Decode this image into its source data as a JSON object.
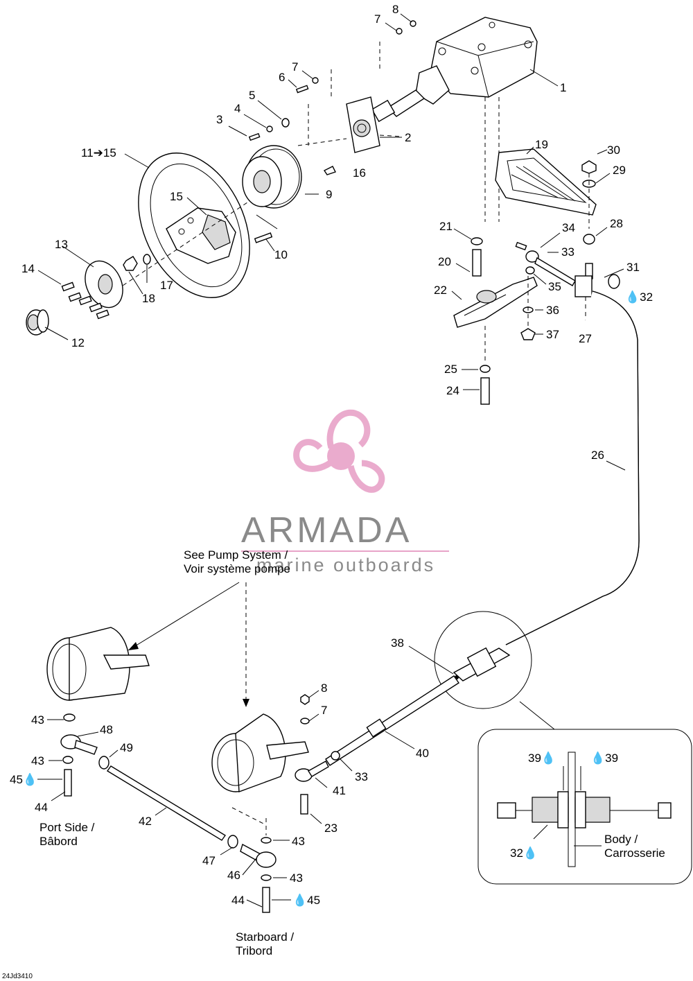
{
  "document_code": "24Jd3410",
  "watermark": {
    "brand": "ARMADA",
    "tagline": "marine outboards",
    "accent_color": "#e8a3c8",
    "text_color": "#8a8a8a"
  },
  "notes": {
    "pump_en": "See Pump System /",
    "pump_fr": "Voir système pompe",
    "port_en": "Port Side /",
    "port_fr": "Bâbord",
    "starboard_en": "Starboard /",
    "starboard_fr": "Tribord",
    "body_en": "Body /",
    "body_fr": "Carrosserie"
  },
  "labels": {
    "l1": "1",
    "l2": "2",
    "l3": "3",
    "l4": "4",
    "l5": "5",
    "l6": "6",
    "l7a": "7",
    "l8a": "8",
    "l7b": "7",
    "l7c": "7",
    "l8b": "8",
    "l9": "9",
    "l10": "10",
    "l11": "11➔15",
    "l12": "12",
    "l13": "13",
    "l14": "14",
    "l15": "15",
    "l16": "16",
    "l17": "17",
    "l18": "18",
    "l19": "19",
    "l20": "20",
    "l21": "21",
    "l22": "22",
    "l23": "23",
    "l24": "24",
    "l25": "25",
    "l26": "26",
    "l27": "27",
    "l28": "28",
    "l29": "29",
    "l30": "30",
    "l31": "31",
    "l32": "💧32",
    "l33a": "33",
    "l33b": "33",
    "l34": "34",
    "l35": "35",
    "l36": "36",
    "l37": "37",
    "l38": "38",
    "l40": "40",
    "l41": "41",
    "l42": "42",
    "l43a": "43",
    "l43b": "43",
    "l43c": "43",
    "l43d": "43",
    "l44a": "44",
    "l44b": "44",
    "l45a": "45💧",
    "l45b": "💧45",
    "l46": "46",
    "l47": "47",
    "l48": "48",
    "l49": "49",
    "l39a": "39💧",
    "l39b": "💧39",
    "l32b": "32💧"
  }
}
